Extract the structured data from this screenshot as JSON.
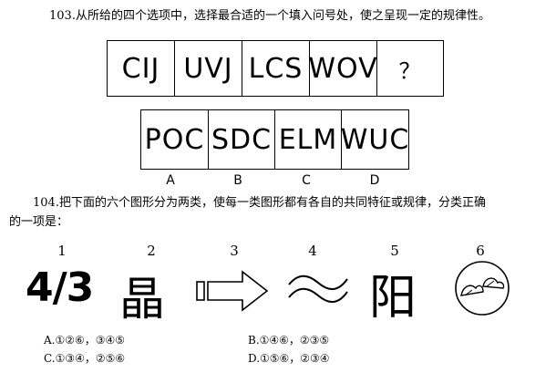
{
  "q103": {
    "stem": "103.从所给的四个选项中，选择最合适的一个填入问号处，使之呈现一定的规律性。",
    "sequence": [
      "CIJ",
      "UVJ",
      "LCS",
      "WOV",
      "？"
    ],
    "options": [
      "POC",
      "SDC",
      "ELM",
      "WUC"
    ],
    "option_letters": [
      "A",
      "B",
      "C",
      "D"
    ]
  },
  "q104": {
    "stem_line1": "104.把下面的六个图形分为两类，使每一类图形都有各自的共同特征或规律，分类正确",
    "stem_line2": "的一项是：",
    "figure_numbers": [
      "1",
      "2",
      "3",
      "4",
      "5",
      "6"
    ],
    "fig1_text": "4/3",
    "fig2_text": "晶",
    "fig5_text": "阳",
    "answers": {
      "a": "A.①②⑥，③④⑤",
      "b": "B.①④⑥，②③⑤",
      "c": "C.①③④，②⑤⑥",
      "d": "D.①⑤⑥，②③④"
    }
  }
}
